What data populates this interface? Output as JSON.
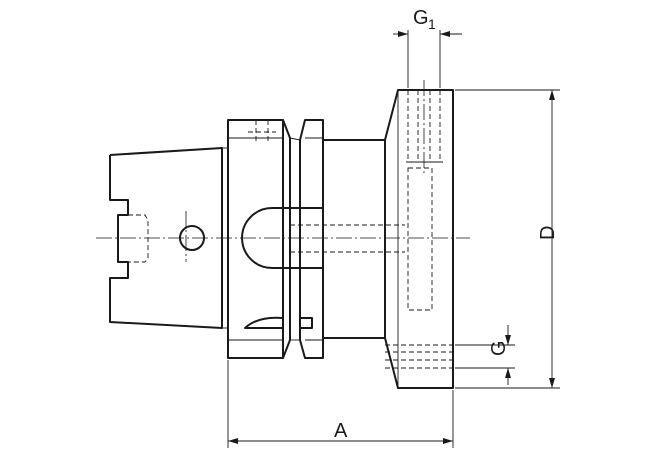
{
  "dimensions": {
    "A": "A",
    "D": "D",
    "G": "G",
    "G1_main": "G",
    "G1_sub": "1"
  },
  "colors": {
    "line": "#1a1a1a",
    "background": "#ffffff"
  }
}
